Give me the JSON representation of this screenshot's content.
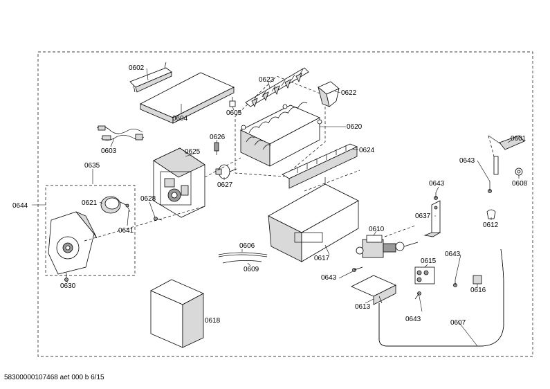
{
  "labels": {
    "p0602": "0602",
    "p0604": "0604",
    "p0623": "0623",
    "p0622": "0622",
    "p0605": "0605",
    "p0620": "0620",
    "p0603": "0603",
    "p0626": "0626",
    "p0625": "0625",
    "p0624": "0624",
    "p0627": "0627",
    "p0635": "0635",
    "p0621": "0621",
    "p0628": "0628",
    "p0641": "0641",
    "p0644": "0644",
    "p0630": "0630",
    "p0606": "0606",
    "p0609": "0609",
    "p0617": "0617",
    "p0610": "0610",
    "p0643a": "0643",
    "p0643b": "0643",
    "p0643c": "0643",
    "p0643d": "0643",
    "p0643e": "0643",
    "p0637": "0637",
    "p0615": "0615",
    "p0613": "0613",
    "p0616": "0616",
    "p0618": "0618",
    "p0607": "0607",
    "p0601": "0601",
    "p0608": "0608",
    "p0612": "0612"
  },
  "footer": {
    "doc_id": "58300000107468 aet 000 b 6/15"
  }
}
